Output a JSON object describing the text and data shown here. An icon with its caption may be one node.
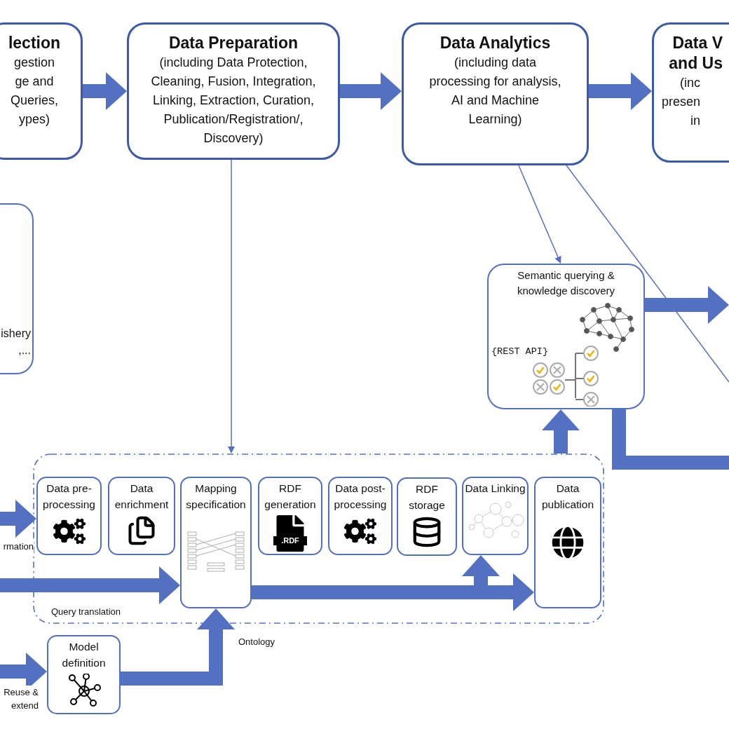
{
  "diagram": {
    "nodes": [
      {
        "text": [
          "lection",
          "gestion ge and Queries, ypes)"
        ]
      },
      {
        "text": [
          "Data Preparation",
          "(including Data Protection, Cleaning, Fusion, Integration, Linking, Extraction, Curation, Publication/Registration/, Discovery)"
        ]
      },
      {
        "text": [
          "Data Analytics",
          "(including data processing for analysis, AI and Machine Learning)"
        ]
      },
      {
        "text": [
          "Data V and Us",
          "(inc presen in"
        ]
      },
      {
        "text": [
          "ishery ,..."
        ]
      },
      {
        "text": [
          "Semantic querying & knowledge discovery",
          "{REST API}"
        ]
      },
      {
        "text": [
          "Query translation"
        ]
      },
      {
        "text": [
          "Data pre-processing"
        ],
        "in": 6
      },
      {
        "text": [
          "Data enrichment"
        ],
        "in": 6
      },
      {
        "text": [
          "Mapping specification"
        ],
        "in": 6
      },
      {
        "text": [
          "RDF generation",
          ".RDF"
        ],
        "in": 6
      },
      {
        "text": [
          "Data post-processing"
        ],
        "in": 6
      },
      {
        "text": [
          "RDF storage"
        ],
        "in": 6
      },
      {
        "text": [
          "Data Linking"
        ],
        "in": 6
      },
      {
        "text": [
          "Data publication"
        ],
        "in": 6
      },
      {
        "text": [
          "Model definition"
        ]
      }
    ],
    "edges": [
      {
        "from": 0,
        "to": 1,
        "arrow": "to"
      },
      {
        "from": 1,
        "to": 2,
        "arrow": "to"
      },
      {
        "from": 2,
        "to": 3,
        "arrow": "to"
      },
      {
        "from": 1,
        "to": 6,
        "arrow": "to"
      },
      {
        "from": 2,
        "to": 5,
        "arrow": "to"
      },
      {
        "from": 2,
        "to": null,
        "arrow": "none"
      },
      {
        "from": 5,
        "to": null,
        "arrow": "to"
      },
      {
        "from": 5,
        "to": null,
        "arrow": "none"
      },
      {
        "from": 6,
        "to": 5,
        "arrow": "to"
      },
      {
        "from": null,
        "to": 7,
        "arrow": "to",
        "label": "rmation"
      },
      {
        "from": null,
        "to": 9,
        "arrow": "to"
      },
      {
        "from": 9,
        "to": 14,
        "arrow": "to"
      },
      {
        "from": 9,
        "to": 13,
        "arrow": "to"
      },
      {
        "from": null,
        "to": 15,
        "arrow": "to",
        "label": "Reuse & extend"
      },
      {
        "from": 15,
        "to": 9,
        "arrow": "to",
        "label": "Ontology"
      }
    ]
  }
}
